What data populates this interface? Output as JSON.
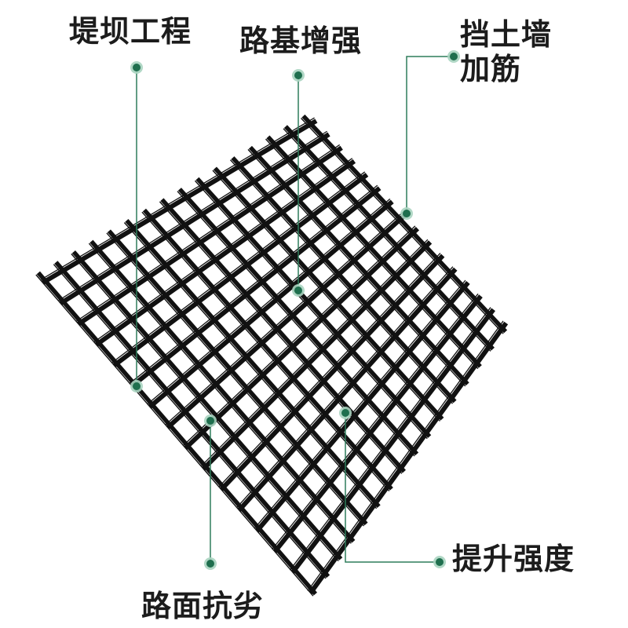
{
  "labels": {
    "dam": "堤坝工程",
    "subgrade": "路基增强",
    "retaining_line1": "挡土墙",
    "retaining_line2": "加筋",
    "strength": "提升强度",
    "pavement": "路面抗劣"
  },
  "colors": {
    "leader_line": "#2e7d5b",
    "marker_fill": "#1f6f4e",
    "marker_ring": "#a9d4c0",
    "grid_rib": "#111111",
    "text": "#1c1c1c"
  }
}
